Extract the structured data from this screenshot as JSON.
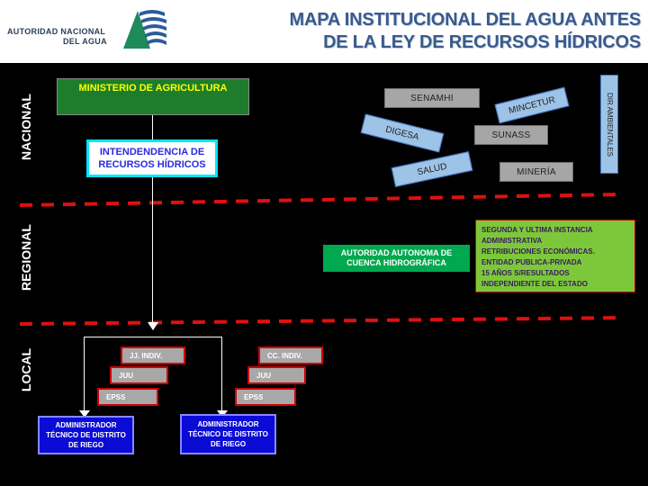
{
  "header": {
    "logo_line1": "AUTORIDAD NACIONAL",
    "logo_line2": "DEL AGUA",
    "title_line1": "MAPA INSTITUCIONAL DEL AGUA ANTES",
    "title_line2": "DE LA LEY DE RECURSOS HÍDRICOS"
  },
  "levels": {
    "nacional": "NACIONAL",
    "regional": "REGIONAL",
    "local": "LOCAL"
  },
  "nacional": {
    "ministerio": "MINISTERIO DE AGRICULTURA",
    "intendencia_line1": "INTENDENDENCIA DE",
    "intendencia_line2": "RECURSOS HÍDRICOS",
    "senamhi": "SENAMHI",
    "mincetur": "MINCETUR",
    "digesa": "DIGESA",
    "sunass": "SUNASS",
    "salud": "SALUD",
    "mineria": "MINERÍA",
    "dir_ambientales": "DIR AMBIENTALES"
  },
  "regional": {
    "autoridad_line1": "AUTORIDAD AUTONOMA DE",
    "autoridad_line2": "CUENCA HIDROGRÁFICA",
    "notes": [
      "SEGUNDA Y ULTIMA INSTANCIA",
      "ADMINISTRATIVA",
      "RETRIBUCIONES ECONÓMICAS.",
      "ENTIDAD PUBLICA-PRIVADA",
      "15 AÑOS S/RESULTADOS",
      "INDEPENDIENTE DEL ESTADO"
    ]
  },
  "local": {
    "groups": [
      {
        "stack": [
          "JJ. INDIV.",
          "JUU",
          "EPSS"
        ],
        "ada_line1": "ADMINISTRADOR",
        "ada_line2": "TÉCNICO DE DISTRITO",
        "ada_line3": "DE RIEGO"
      },
      {
        "stack": [
          "CC. INDIV.",
          "JUU",
          "EPSS"
        ],
        "ada_line1": "ADMINISTRADOR",
        "ada_line2": "TÉCNICO DE DISTRITO",
        "ada_line3": "DE RIEGO"
      }
    ]
  },
  "colors": {
    "title": "#3a5a8c",
    "divider": "#e01010",
    "ministerio_bg": "#1d7d2c",
    "ministerio_text": "#ffff00",
    "intendencia_border": "#00e5ff",
    "ada_bg": "#0b0bd6"
  }
}
